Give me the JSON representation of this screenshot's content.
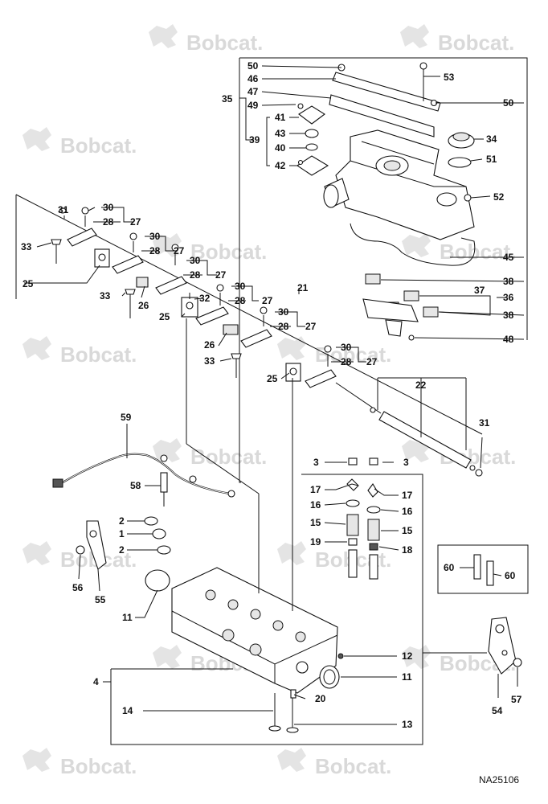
{
  "watermark": {
    "text": "Bobcat."
  },
  "figure_code": "NA25106",
  "callouts": {
    "c50a": "50",
    "c46": "46",
    "c47": "47",
    "c49": "49",
    "c35": "35",
    "c53": "53",
    "c50b": "50",
    "c41": "41",
    "c43": "43",
    "c40": "40",
    "c42": "42",
    "c39": "39",
    "c34": "34",
    "c51": "51",
    "c52": "52",
    "c45": "45",
    "c38a": "38",
    "c37": "37",
    "c36": "36",
    "c38b": "38",
    "c48": "48",
    "c31a": "31",
    "c30a": "30",
    "c28a": "28",
    "c27a": "27",
    "c33a": "33",
    "c30b": "30",
    "c28b": "28",
    "c27b": "27",
    "c30c": "30",
    "c28c": "28",
    "c27c": "27",
    "c25a": "25",
    "c33b": "33",
    "c26a": "26",
    "c32": "32",
    "c30d": "30",
    "c28d": "28",
    "c27d": "27",
    "c21": "21",
    "c25b": "25",
    "c30e": "30",
    "c28e": "28",
    "c27e": "27",
    "c26b": "26",
    "c33c": "33",
    "c30f": "30",
    "c28f": "28",
    "c27f": "27",
    "c25c": "25",
    "c22": "22",
    "c31b": "31",
    "c59": "59",
    "c58": "58",
    "c2a": "2",
    "c1": "1",
    "c2b": "2",
    "c56": "56",
    "c55": "55",
    "c11a": "11",
    "c4": "4",
    "c14": "14",
    "c20": "20",
    "c13": "13",
    "c12": "12",
    "c11b": "11",
    "c3a": "3",
    "c3b": "3",
    "c17a": "17",
    "c17b": "17",
    "c16a": "16",
    "c16b": "16",
    "c15a": "15",
    "c15b": "15",
    "c19": "19",
    "c18": "18",
    "c60a": "60",
    "c60b": "60",
    "c54": "54",
    "c57": "57"
  }
}
